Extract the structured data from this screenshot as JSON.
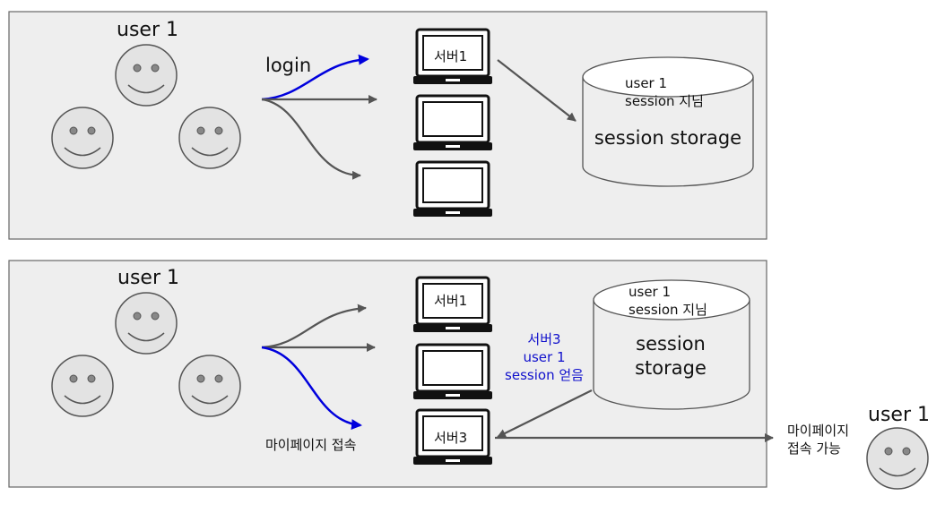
{
  "panel_top": {
    "user_label": "user 1",
    "arrow_label": "login",
    "server_label": "서버1",
    "storage_line1": "user 1",
    "storage_line2": "session 지님",
    "storage_title": "session storage"
  },
  "panel_bottom": {
    "user_label": "user 1",
    "server1_label": "서버1",
    "server3_label": "서버3",
    "storage_line1": "user 1",
    "storage_line2": "session 지님",
    "storage_title_line1": "session",
    "storage_title_line2": "storage",
    "note_line1": "서버3",
    "note_line2": "user 1",
    "note_line3": "session 얻음",
    "arrow_label": "마이페이지 접속",
    "result_line1": "마이페이지",
    "result_line2": "접속 가능",
    "result_user_label": "user 1"
  },
  "colors": {
    "panel_bg": "#eeeeee",
    "panel_border": "#666666",
    "face_fill": "#e3e3e3",
    "arrow_gray": "#555555",
    "arrow_blue": "#0000dd",
    "note_blue": "#1010cc"
  }
}
